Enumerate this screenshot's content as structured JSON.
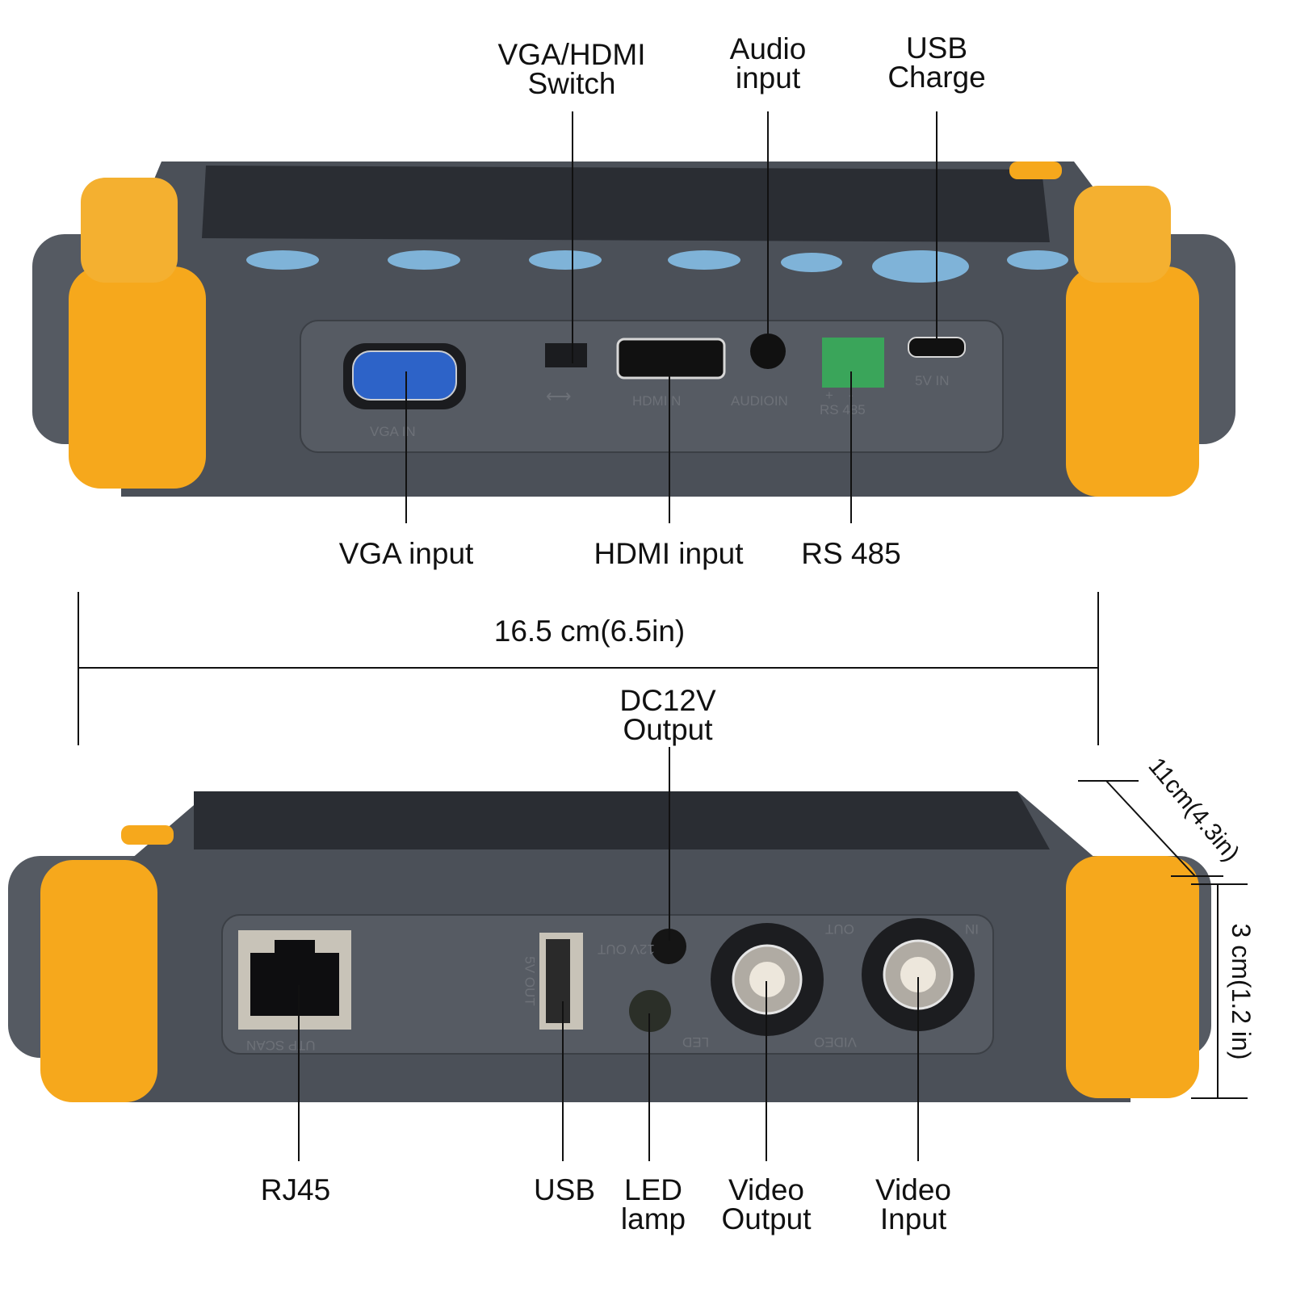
{
  "callouts_top": [
    {
      "lines": [
        "VGA/HDMI",
        "Switch"
      ]
    },
    {
      "lines": [
        "Audio",
        "input"
      ]
    },
    {
      "lines": [
        "USB",
        "Charge"
      ]
    }
  ],
  "callouts_middle": [
    "VGA input",
    "HDMI input",
    "RS 485"
  ],
  "dimensions": {
    "width": "16.5 cm(6.5in)",
    "depth": "11cm(4.3in)",
    "height": "3 cm(1.2 in)"
  },
  "dc_output": {
    "lines": [
      "DC12V",
      "Output"
    ]
  },
  "callouts_bottom": [
    {
      "lines": [
        "RJ45"
      ]
    },
    {
      "lines": [
        "USB"
      ]
    },
    {
      "lines": [
        "LED",
        "lamp"
      ]
    },
    {
      "lines": [
        "Video",
        "Output"
      ]
    },
    {
      "lines": [
        "Video",
        "Input"
      ]
    }
  ],
  "device_markings_top": {
    "vga": "VGA IN",
    "switch": "⟷",
    "hdmi": "HDMIIN",
    "audio": "AUDIOIN",
    "rs485_polarity": "+    -",
    "rs485": "RS 485",
    "usb": "5V IN"
  },
  "device_markings_bottom": {
    "rj45": "UTP SCAN",
    "usb": "5V OUT",
    "dc": "12V OUT",
    "led": "LED",
    "video": "VIDEO",
    "out": "OUT",
    "in": "IN"
  },
  "colors": {
    "body": "#4b5058",
    "bumper": "#f6a81c",
    "buttons": "#7fb3d8",
    "vga_port": "#2d63c8",
    "rs485_terminal": "#3aa55a"
  }
}
